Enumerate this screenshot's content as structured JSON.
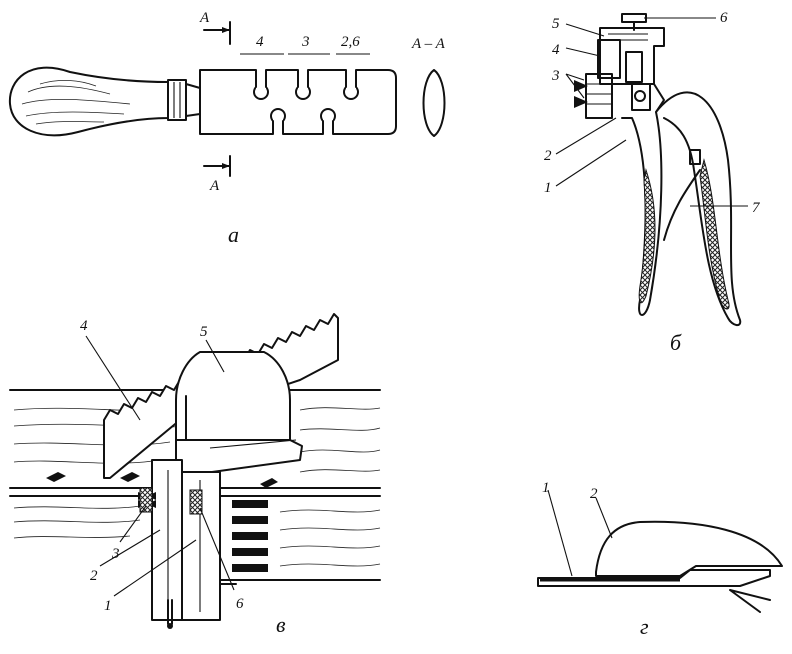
{
  "panels": {
    "a": {
      "caption": "а",
      "section_marks": [
        "A",
        "A"
      ],
      "section_view_label": "A – A",
      "dims": [
        "4",
        "3",
        "2,6"
      ]
    },
    "b": {
      "caption": "б",
      "parts": [
        "5",
        "6",
        "4",
        "3",
        "2",
        "1",
        "7"
      ]
    },
    "v": {
      "caption": "в",
      "parts": [
        "4",
        "5",
        "3",
        "2",
        "1",
        "6"
      ]
    },
    "g": {
      "caption": "г",
      "parts": [
        "1",
        "2"
      ]
    }
  }
}
